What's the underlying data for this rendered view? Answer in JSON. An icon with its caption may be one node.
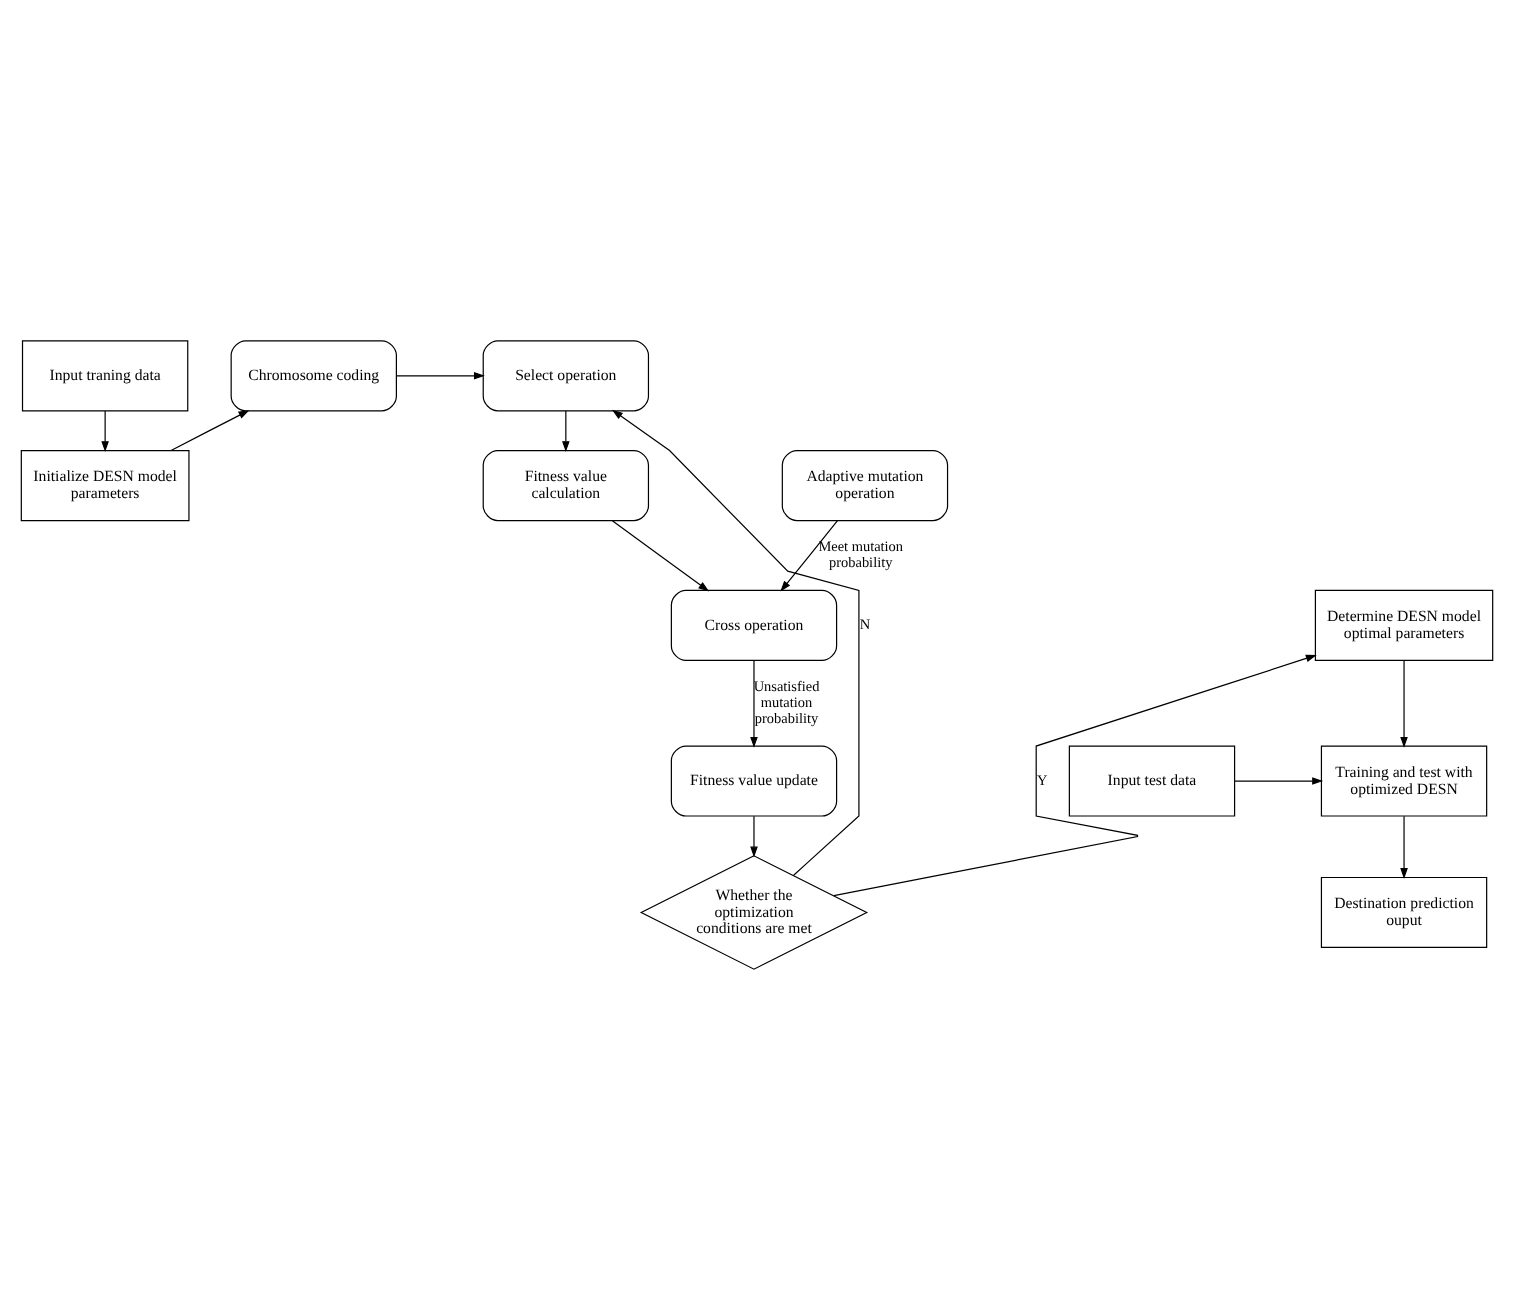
{
  "diagram": {
    "nodes": [
      {
        "text": [
          "Input traning data"
        ]
      },
      {
        "text": [
          "Initialize DESN model parameters"
        ]
      },
      {
        "text": [
          "Chromosome coding"
        ]
      },
      {
        "text": [
          "Select operation"
        ]
      },
      {
        "text": [
          "Adaptive mutation operation"
        ]
      },
      {
        "text": [
          "Fitness value calculation"
        ]
      },
      {
        "text": [
          "Determine DESN model optimal parameters"
        ]
      },
      {
        "text": [
          "Cross operation"
        ]
      },
      {
        "text": [
          "Training and test with optimized DESN"
        ]
      },
      {
        "text": [
          "Input test data"
        ]
      },
      {
        "text": [
          "Fitness value update"
        ]
      },
      {
        "text": [
          "Destination prediction ouput"
        ]
      },
      {
        "text": [
          "Whether the optimization conditions are met"
        ]
      }
    ],
    "edges": [
      {
        "from": 0,
        "to": 1,
        "arrow": "to"
      },
      {
        "from": 1,
        "to": 2,
        "arrow": "to"
      },
      {
        "from": 2,
        "to": 3,
        "arrow": "to"
      },
      {
        "from": 3,
        "to": 5,
        "arrow": "to"
      },
      {
        "from": 4,
        "to": 7,
        "arrow": "to",
        "label": "Meet mutation probability"
      },
      {
        "from": 5,
        "to": 7,
        "arrow": "to"
      },
      {
        "from": 7,
        "to": 10,
        "arrow": "to",
        "label": "Unsatisfied mutation probability"
      },
      {
        "from": 10,
        "to": 12,
        "arrow": "to"
      },
      {
        "from": 12,
        "to": 6,
        "arrow": "to",
        "label": "Y"
      },
      {
        "from": 12,
        "to": 3,
        "arrow": "to",
        "label": "N"
      },
      {
        "from": 6,
        "to": 8,
        "arrow": "to"
      },
      {
        "from": 9,
        "to": 8,
        "arrow": "to"
      },
      {
        "from": 8,
        "to": 11,
        "arrow": "to"
      }
    ]
  }
}
